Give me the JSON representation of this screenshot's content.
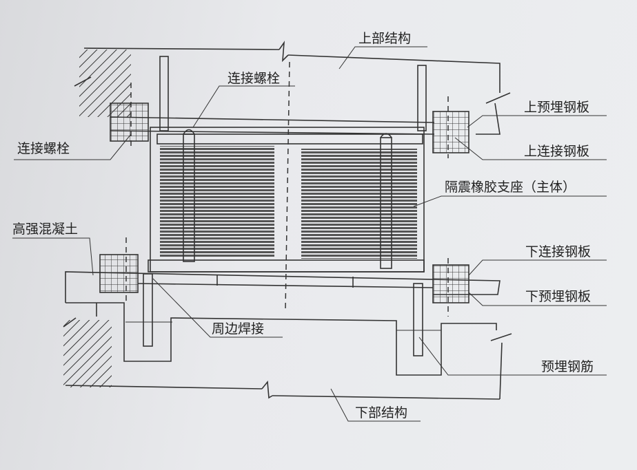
{
  "labels": {
    "upper_structure": "上部结构",
    "connecting_bolt_top": "连接螺栓",
    "connecting_bolt_left": "连接螺栓",
    "upper_embedded_plate": "上预埋钢板",
    "upper_connecting_plate": "上连接钢板",
    "rubber_bearing": "隔震橡胶支座（主体）",
    "high_strength_concrete": "高强混凝土",
    "lower_connecting_plate": "下连接钢板",
    "lower_embedded_plate": "下预埋钢板",
    "perimeter_welding": "周边焊接",
    "embedded_rebar": "预埋钢筋",
    "lower_structure": "下部结构"
  }
}
